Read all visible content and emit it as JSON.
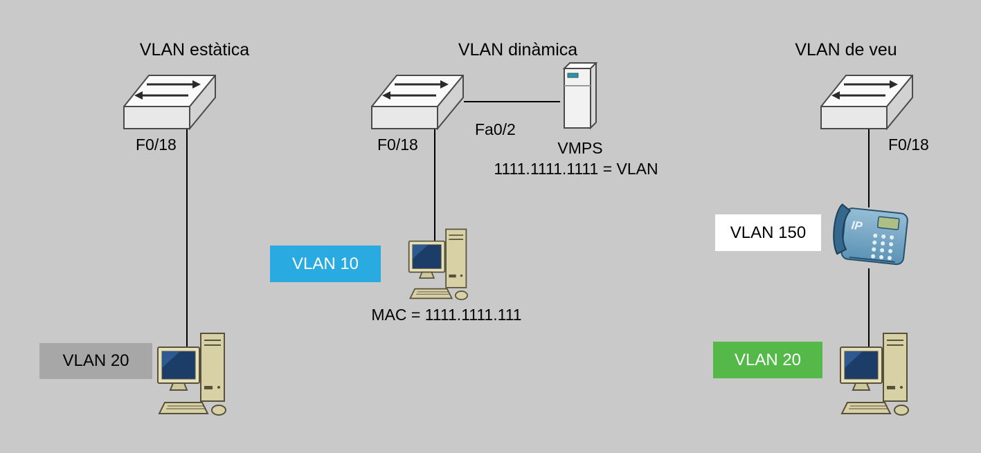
{
  "background_color": "#c9c9c9",
  "line_color": "#000000",
  "sections": {
    "static": {
      "title": "VLAN estàtica",
      "port_label": "F0/18",
      "pc_badge": {
        "label": "VLAN 20",
        "bg": "#a7a7a7",
        "color": "#000000"
      }
    },
    "dynamic": {
      "title": "VLAN dinàmica",
      "port_label": "F0/18",
      "server_port_label": "Fa0/2",
      "server_name": "VMPS",
      "server_mapping": "1111.1111.1111 = VLAN",
      "pc_badge": {
        "label": "VLAN 10",
        "bg": "#29abe2",
        "color": "#ffffff"
      },
      "mac_label": "MAC = 1111.1111.111"
    },
    "voice": {
      "title": "VLAN de veu",
      "port_label": "F0/18",
      "phone_label": "IP",
      "phone_badge": {
        "label": "VLAN 150",
        "bg": "#ffffff",
        "color": "#000000"
      },
      "pc_badge": {
        "label": "VLAN 20",
        "bg": "#54b948",
        "color": "#ffffff"
      }
    }
  },
  "icons": {
    "switch": "network-switch",
    "pc": "desktop-computer",
    "server": "vmps-server",
    "phone": "ip-phone"
  }
}
